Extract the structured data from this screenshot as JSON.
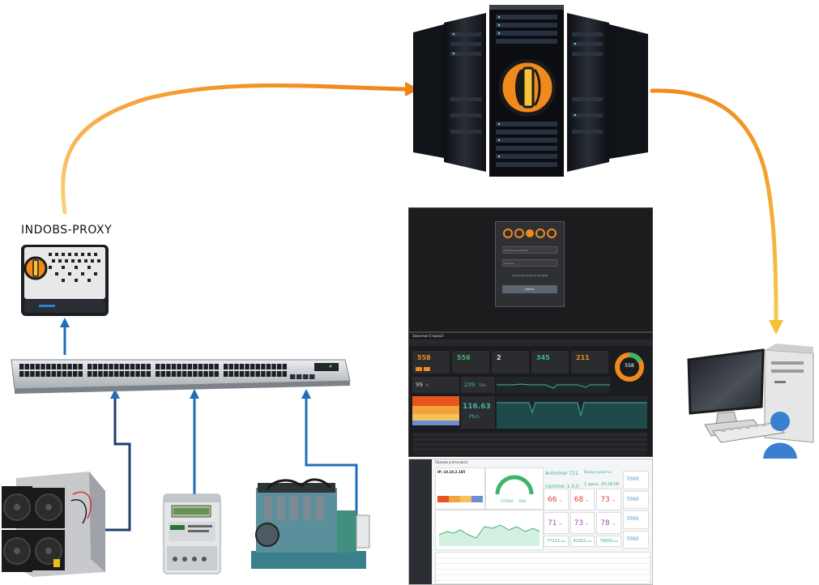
{
  "proxy": {
    "label": "INDOBS-PROXY"
  },
  "login_screen": {
    "username_placeholder": "Имя пользователя",
    "password_placeholder": "Пароль",
    "remember_label": "Запомнить меня на 30 дней",
    "login_button": "Войти"
  },
  "dashboard": {
    "title": "Заказчик СтавлаЗ",
    "kpi_values": [
      "558",
      "556",
      "2",
      "345",
      "211"
    ],
    "efficiency": "99",
    "efficiency_unit": "%",
    "hashrate_small": "209",
    "hashrate_small_unit": "TH/s",
    "hashrate_big": "116.63",
    "hashrate_big_unit": "Ph/s",
    "donut_total": "558"
  },
  "device_view": {
    "title": "Панели учета мега",
    "ip_label": "IP: 10.10.2.185",
    "model": "Antminer T21",
    "uptime_label": "Время работы",
    "uptime_value": "1 день, 20:28:06",
    "firmware": "cgminer 1.0.0",
    "hashrate_value": "237094",
    "hashrate_unit": "GH/s",
    "temps": [
      "66",
      "68",
      "73",
      "71",
      "73",
      "78"
    ],
    "temp_unit": "°C",
    "fans": [
      "77212",
      "81052",
      "79650"
    ],
    "fan_unit": "RPM",
    "side_values": [
      "7000",
      "7000",
      "7000",
      "7000"
    ]
  },
  "colors": {
    "arrow_orange": "#f28c1e",
    "arrow_yellow": "#f3c13a",
    "link_blue": "#1f6fb8",
    "link_dark": "#1f3f6e",
    "accent_orange": "#f08a1c"
  }
}
